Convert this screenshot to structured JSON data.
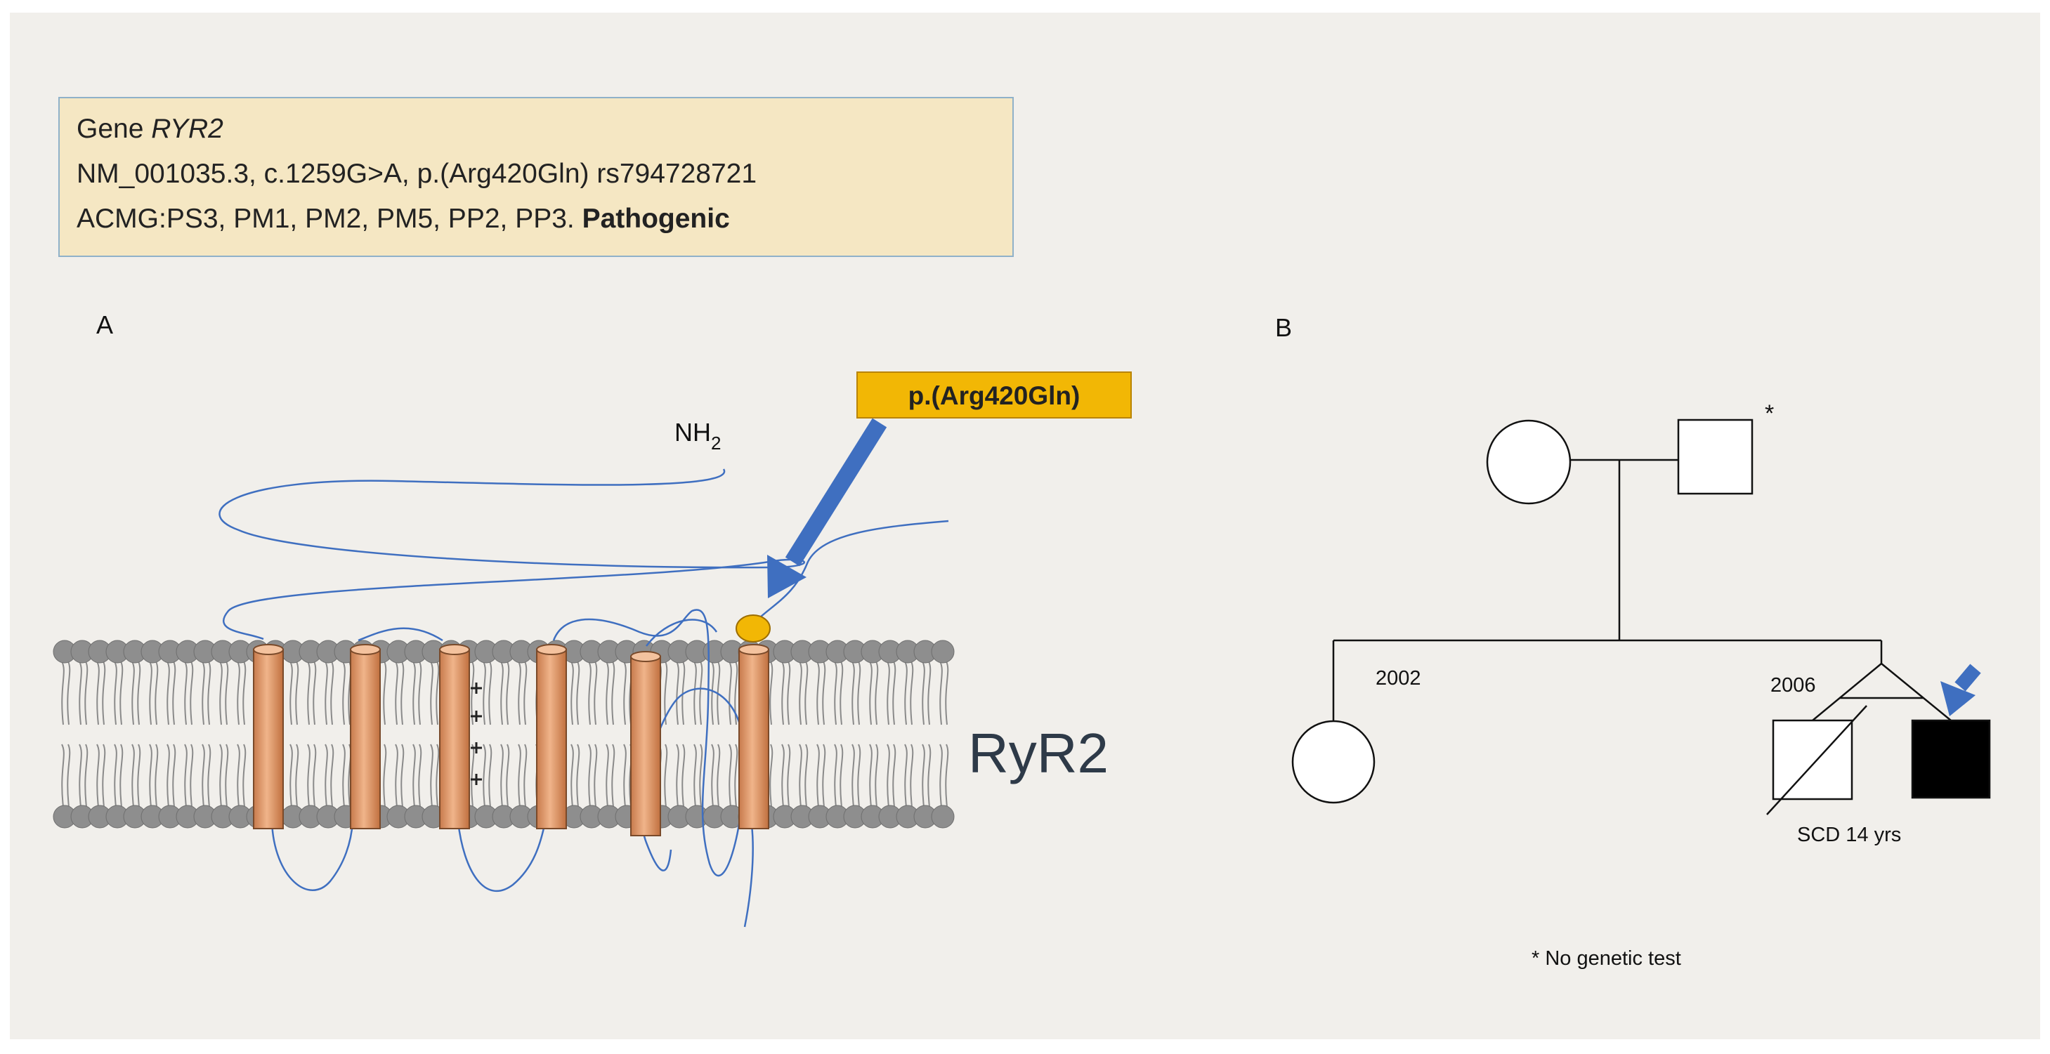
{
  "variant_box": {
    "gene_prefix": "Gene ",
    "gene_name": "RYR2",
    "variant_line": "NM_001035.3, c.1259G>A, p.(Arg420Gln) rs794728721",
    "acmg_text": "ACMG:PS3, PM1, PM2, PM5, PP2, PP3. ",
    "classification": "Pathogenic"
  },
  "panel_a": {
    "letter": "A",
    "n_terminus": "NH",
    "n_terminus_sub": "2",
    "mutation_label": "p.(Arg420Gln)",
    "protein_name": "RyR2"
  },
  "panel_b": {
    "letter": "B",
    "birth_year_daughter": "2002",
    "birth_year_twins": "2006",
    "deceased_note": "SCD 14 yrs",
    "father_marker": "*",
    "footnote": "* No genetic test"
  },
  "colors": {
    "panel_background": "#f1efeb",
    "variant_box_fill": "#f5e7c3",
    "variant_box_border": "#8fb1c9",
    "helix": "#e0996b",
    "mutation_highlight": "#f2b705",
    "arrow": "#3f6fc0",
    "protein_chain": "#3f6fc0",
    "lipid_head": "#8e8e8e",
    "affected_fill": "#000000"
  }
}
